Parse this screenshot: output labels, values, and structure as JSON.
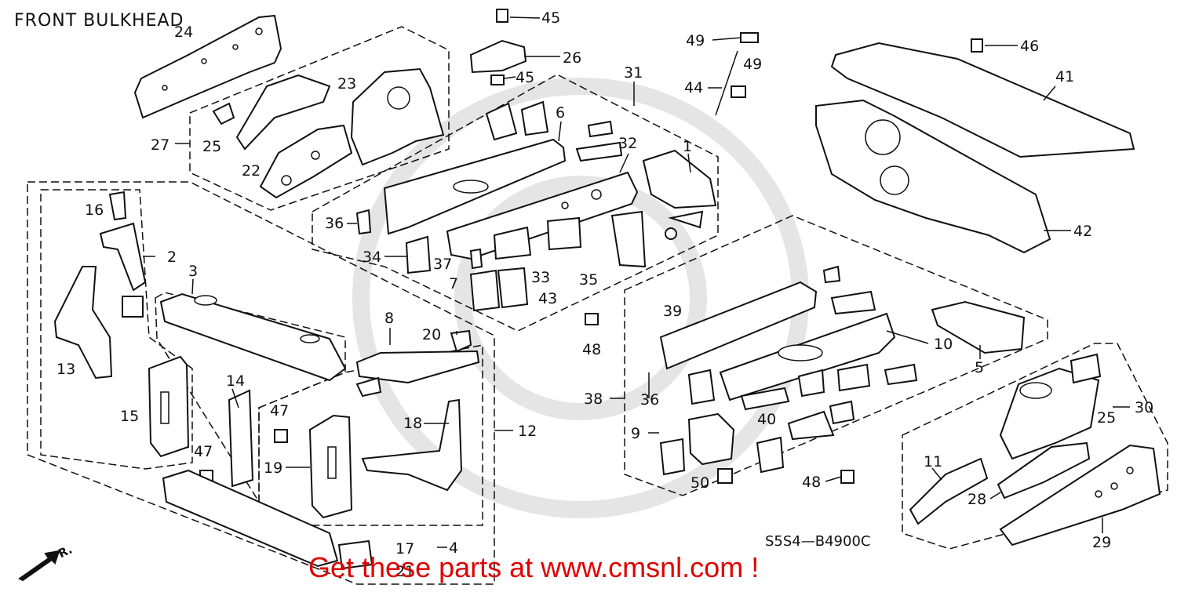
{
  "diagram": {
    "title": "FRONT BULKHEAD",
    "reference_code": "S5S4—B4900C",
    "promo_text": "Get these parts at www.cmsnl.com !",
    "direction_label": "FR.",
    "callouts": [
      "24",
      "27",
      "25",
      "23",
      "22",
      "45",
      "26",
      "45",
      "49",
      "49",
      "44",
      "46",
      "41",
      "42",
      "31",
      "6",
      "32",
      "1",
      "36",
      "34",
      "37",
      "7",
      "33",
      "35",
      "43",
      "16",
      "2",
      "13",
      "15",
      "3",
      "8",
      "20",
      "12",
      "14",
      "47",
      "47",
      "19",
      "18",
      "4",
      "17",
      "21",
      "39",
      "10",
      "5",
      "38",
      "36",
      "9",
      "40",
      "48",
      "48",
      "50",
      "11",
      "25",
      "30",
      "28",
      "29"
    ]
  }
}
